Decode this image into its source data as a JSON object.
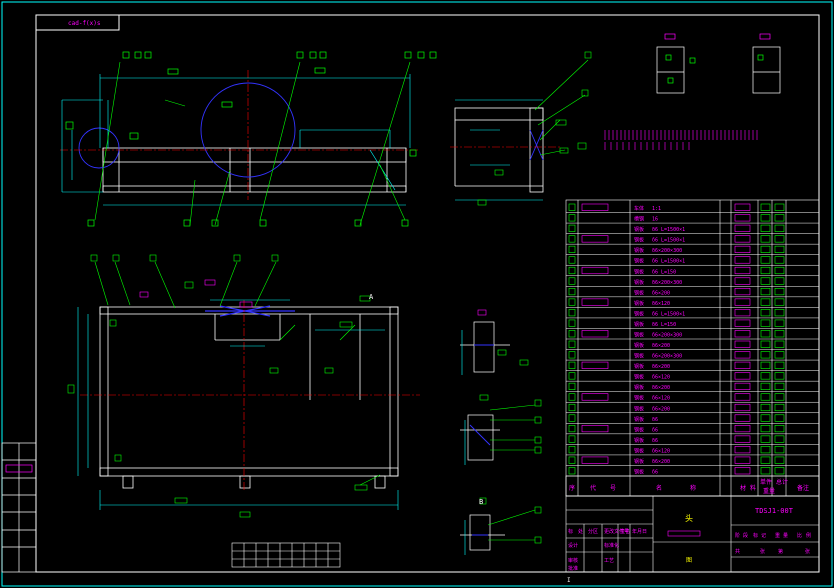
{
  "colors": {
    "background": "#000000",
    "frame": "#ffffff",
    "cyan": "#00ffff",
    "magenta": "#ff00ff",
    "green": "#00ff00",
    "yellow": "#ffff00",
    "red": "#ff0000",
    "blue": "#3333ff"
  },
  "title_block": {
    "code": "TDSJ1-00T",
    "stamp_tag": "cad-f(x)s",
    "header_cols": [
      "序",
      "代",
      "号",
      "名",
      "称",
      "材",
      "料",
      "单件",
      "总计",
      "备注"
    ],
    "weight_label": "重量",
    "lower_cells": [
      "标",
      "处",
      "分区",
      "更改文件号",
      "签名",
      "年月日",
      "设计",
      "标准化",
      "审核",
      "工艺",
      "批准"
    ],
    "right_cells": [
      "阶",
      "段",
      "标",
      "记",
      "重",
      "量",
      "比",
      "例"
    ],
    "sheet_labels": [
      "共",
      "张",
      "第",
      "张"
    ],
    "center_marks": [
      "头",
      "图"
    ]
  },
  "parts_list": {
    "rows": [
      {
        "name": "车体",
        "note": "1:1"
      },
      {
        "name": "槽钢",
        "note": "16"
      },
      {
        "name": "钢板",
        "note": "δ6 L=1500×1"
      },
      {
        "name": "钢板",
        "note": "δ6 L=1500×1"
      },
      {
        "name": "钢板",
        "note": "δ6×200×300"
      },
      {
        "name": "钢板",
        "note": "δ6 L=1500×1"
      },
      {
        "name": "钢板",
        "note": "δ6 L=150"
      },
      {
        "name": "钢板",
        "note": "δ6×200×300"
      },
      {
        "name": "钢板",
        "note": "δ6×200"
      },
      {
        "name": "钢板",
        "note": "δ6×120"
      },
      {
        "name": "钢板",
        "note": "δ6 L=1500×1"
      },
      {
        "name": "钢板",
        "note": "δ6 L=150"
      },
      {
        "name": "钢板",
        "note": "δ6×200×300"
      },
      {
        "name": "钢板",
        "note": "δ6×200"
      },
      {
        "name": "钢板",
        "note": "δ6×200×300"
      },
      {
        "name": "钢板",
        "note": "δ6×200"
      },
      {
        "name": "钢板",
        "note": "δ6×120"
      },
      {
        "name": "钢板",
        "note": "δ6×200"
      },
      {
        "name": "钢板",
        "note": "δ6×120"
      },
      {
        "name": "钢板",
        "note": "δ6×200"
      },
      {
        "name": "钢板",
        "note": "δ6"
      },
      {
        "name": "钢板",
        "note": "δ6"
      },
      {
        "name": "钢板",
        "note": "δ6"
      },
      {
        "name": "钢板",
        "note": "δ6×120"
      },
      {
        "name": "钢板",
        "note": "δ6×200"
      },
      {
        "name": "钢板",
        "note": "δ6"
      }
    ]
  },
  "annotations": {
    "leader_tag": "A",
    "section_mark": "B",
    "detail_mark": "I"
  }
}
